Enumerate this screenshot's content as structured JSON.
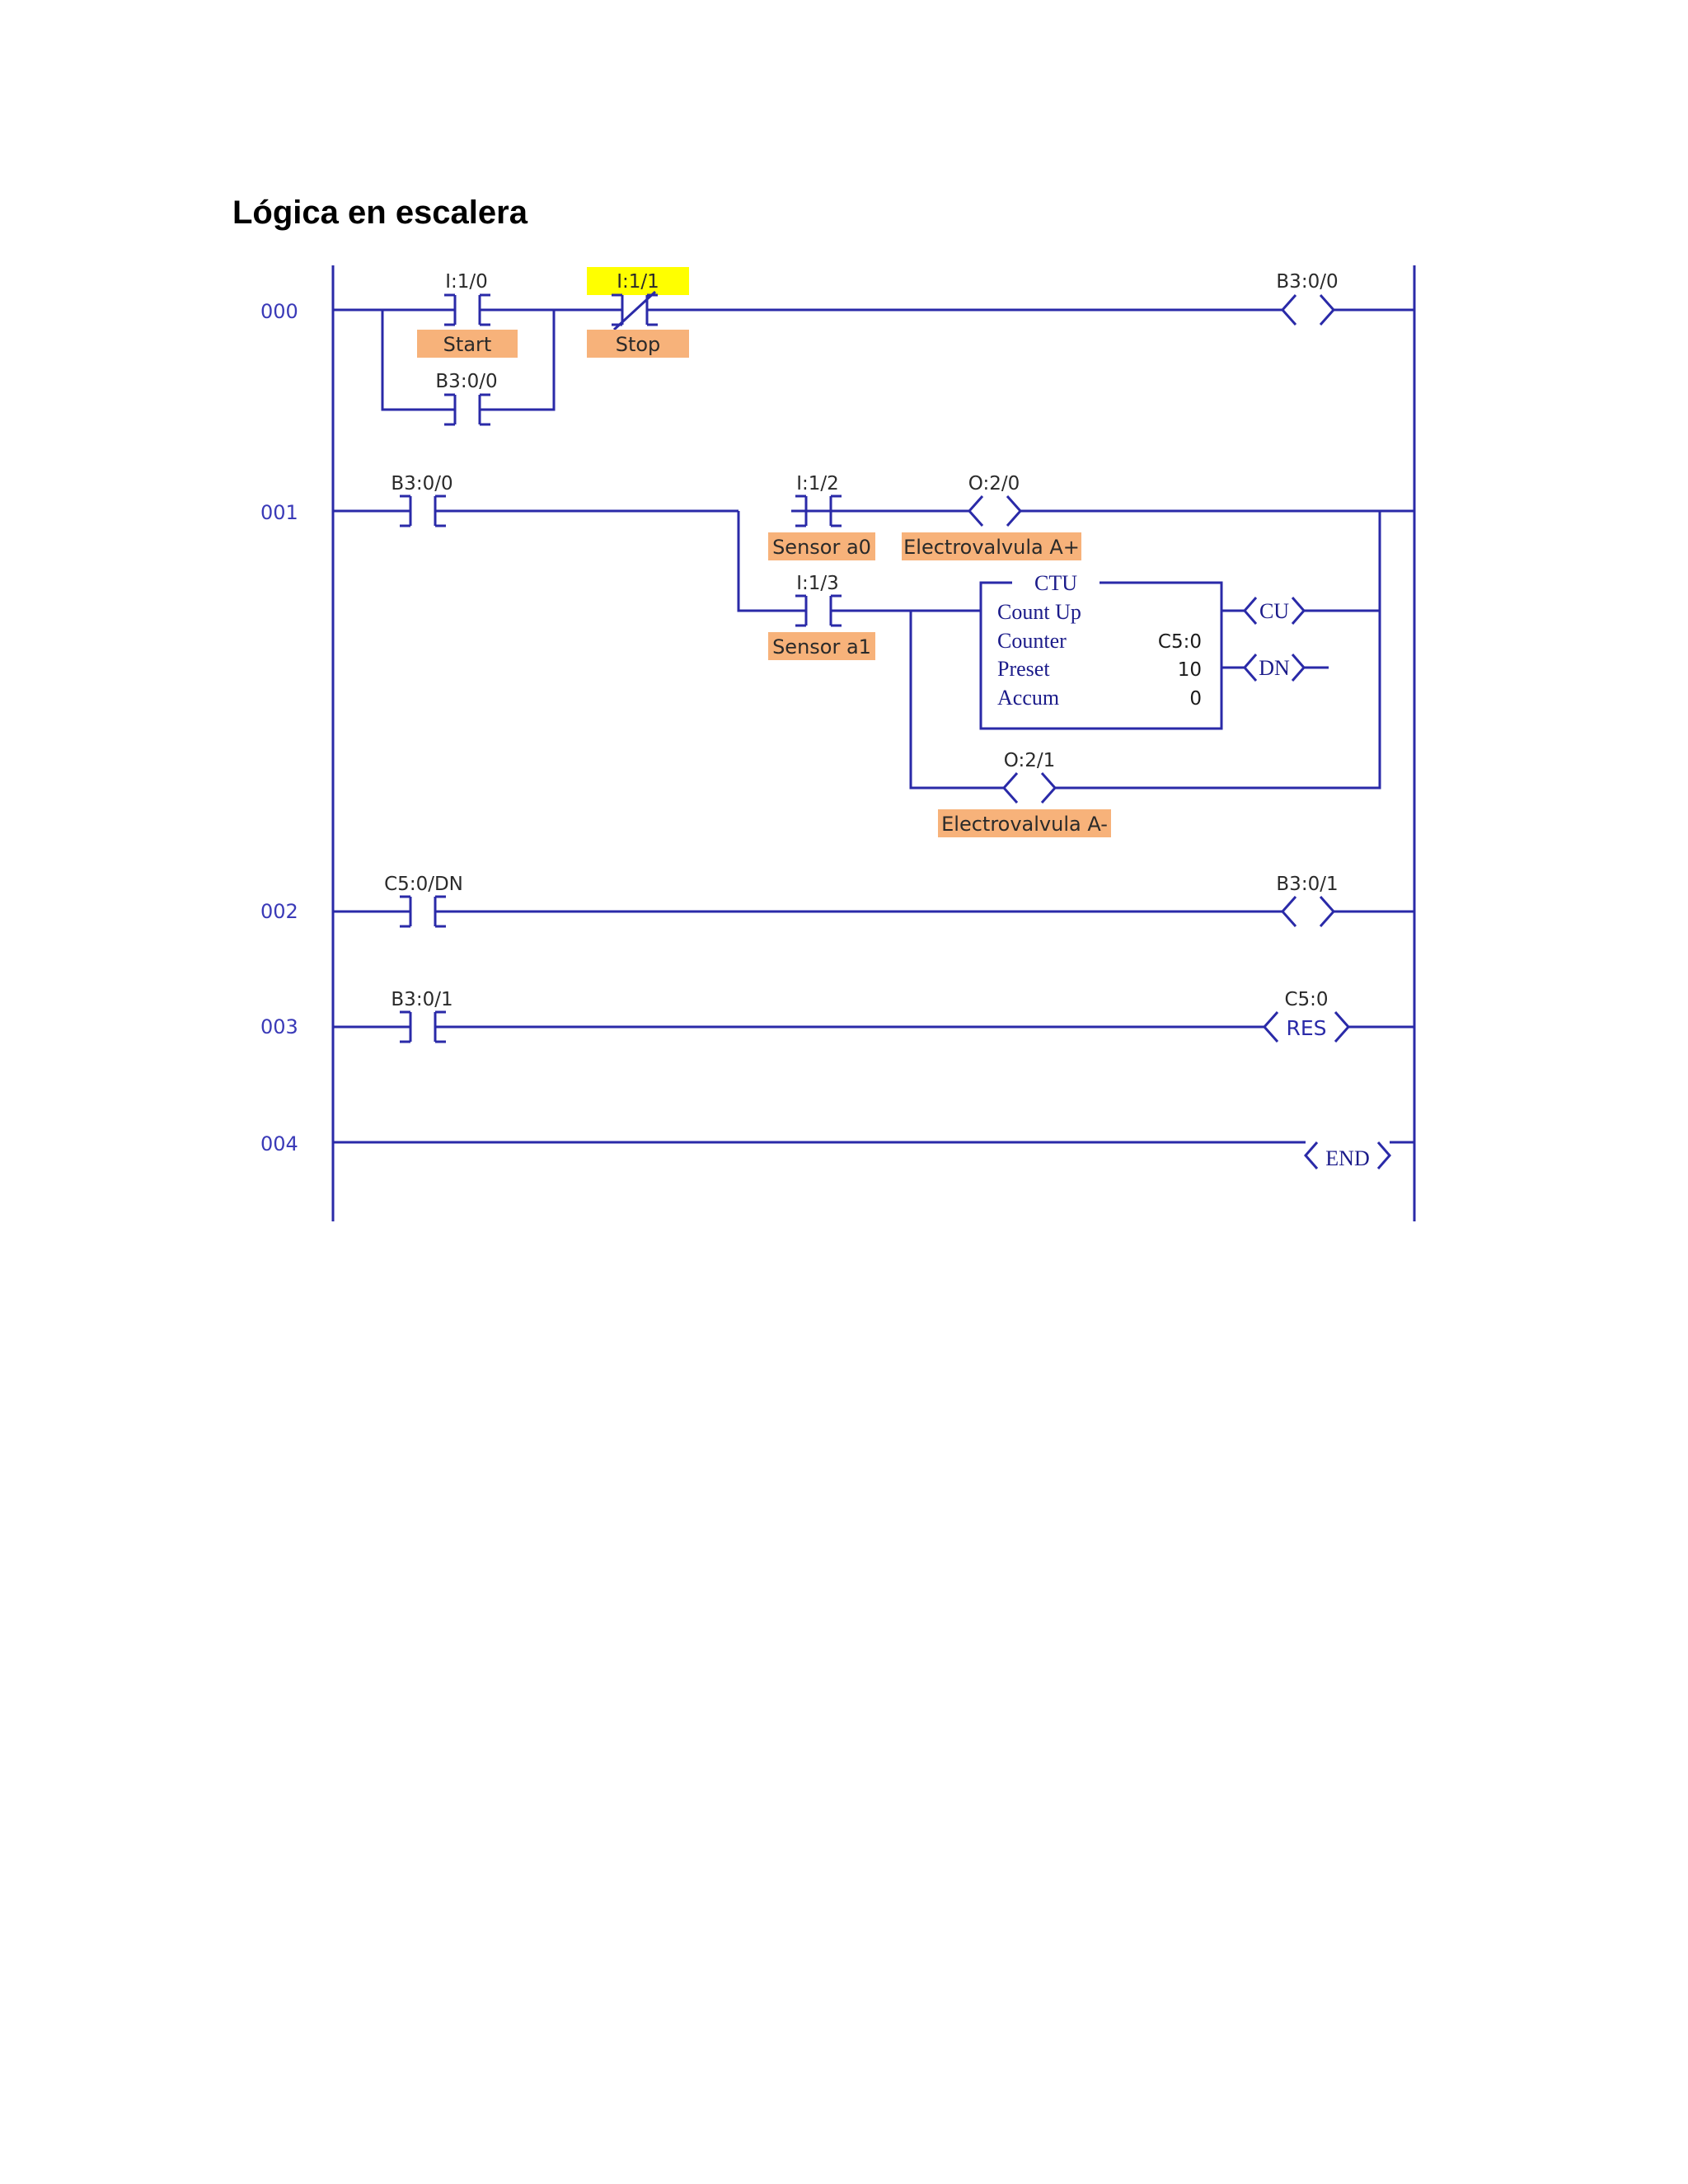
{
  "document": {
    "title": "Lógica en escalera"
  },
  "colors": {
    "wire": "#2a2aa8",
    "tag_bg": "#f7b27a",
    "highlight": "#ffff00",
    "rung_number": "#3a3ab8"
  },
  "rungs": [
    {
      "number": "000",
      "elements": [
        {
          "type": "contact-no",
          "address": "I:1/0",
          "description": "Start"
        },
        {
          "type": "contact-no",
          "address": "B3:0/0",
          "branch": "parallel"
        },
        {
          "type": "contact-nc",
          "address": "I:1/1",
          "description": "Stop",
          "highlighted": true
        },
        {
          "type": "coil",
          "address": "B3:0/0"
        }
      ]
    },
    {
      "number": "001",
      "elements": [
        {
          "type": "contact-no",
          "address": "B3:0/0"
        },
        {
          "type": "contact-no",
          "address": "I:1/2",
          "description": "Sensor a0"
        },
        {
          "type": "coil",
          "address": "O:2/0",
          "description": "Electrovalvula A+"
        },
        {
          "type": "contact-no",
          "address": "I:1/3",
          "description": "Sensor a1"
        },
        {
          "type": "ctu",
          "name": "CTU",
          "subtitle": "Count Up",
          "rows": [
            {
              "label": "Counter",
              "value": "C5:0"
            },
            {
              "label": "Preset",
              "value": "10"
            },
            {
              "label": "Accum",
              "value": "0"
            }
          ],
          "outputs": [
            "CU",
            "DN"
          ]
        },
        {
          "type": "coil",
          "address": "O:2/1",
          "description": "Electrovalvula A-"
        }
      ]
    },
    {
      "number": "002",
      "elements": [
        {
          "type": "contact-no",
          "address": "C5:0/DN"
        },
        {
          "type": "coil",
          "address": "B3:0/1"
        }
      ]
    },
    {
      "number": "003",
      "elements": [
        {
          "type": "contact-no",
          "address": "B3:0/1"
        },
        {
          "type": "coil",
          "address": "C5:0",
          "instruction": "RES"
        }
      ]
    },
    {
      "number": "004",
      "elements": [
        {
          "type": "coil",
          "instruction": "END"
        }
      ]
    }
  ]
}
